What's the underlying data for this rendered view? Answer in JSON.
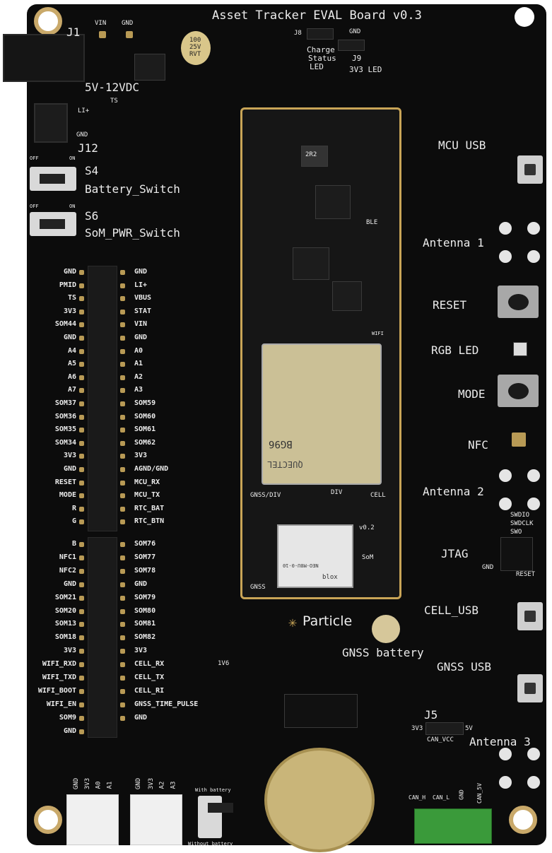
{
  "board": {
    "title": "Asset Tracker EVAL Board v0.3",
    "top_labels": {
      "vin": "VIN",
      "gnd": "GND",
      "j1": "J1",
      "power": "5V-12VDC",
      "j8": "J8",
      "gnd2": "GND",
      "charge": "Charge",
      "status": "Status",
      "led": "LED",
      "j9": "J9",
      "led3v3": "3V3 LED",
      "cap": "100\n25V\nRVT"
    },
    "left_labels": {
      "j12": "J12",
      "li": "LI+",
      "ts": "TS",
      "gnd": "GND",
      "s4": "S4",
      "battery_switch": "Battery_Switch",
      "s6": "S6",
      "som_pwr_switch": "SoM_PWR_Switch",
      "off": "OFF",
      "on": "ON"
    },
    "right_labels": {
      "mcu_usb": "MCU USB",
      "antenna1": "Antenna 1",
      "reset": "RESET",
      "rgb_led": "RGB LED",
      "mode": "MODE",
      "nfc": "NFC",
      "antenna2": "Antenna 2",
      "swdio": "SWDIO",
      "swdclk": "SWDCLK",
      "swo": "SWO",
      "jtag": "JTAG",
      "gnd": "GND",
      "reset_small": "RESET",
      "cell_usb": "CELL_USB",
      "gnss_battery": "GNSS battery",
      "gnss_usb": "GNSS USB",
      "j5": "J5",
      "v33": "3V3",
      "v5": "5V",
      "can_vcc": "CAN_VCC",
      "antenna3": "Antenna 3",
      "can_h": "CAN_H",
      "can_l": "CAN_L",
      "can_gnd": "GND",
      "can_5v": "CAN_5V"
    },
    "module_labels": {
      "ind": "2R2",
      "ble": "BLE",
      "wifi": "WIFI",
      "gnss_div": "GNSS/DIV",
      "div": "DIV",
      "cell": "CELL",
      "gnss": "GNSS",
      "bg96": "BG96",
      "quectel": "QUECTEL",
      "v02": "v0.2",
      "som": "SoM",
      "particle": "Particle",
      "v16": "1V6",
      "neo": "NEO-M8U-0-10",
      "ublox": "blox"
    },
    "bottom_labels": {
      "gnd_a": "GND",
      "v33_a": "3V3",
      "a0": "A0",
      "a1": "A1",
      "gnd_b": "GND",
      "v33_b": "3V3",
      "a2": "A2",
      "a3": "A3",
      "with_battery": "With battery",
      "without_battery": "Without battery"
    },
    "header_upper_left": [
      "GND",
      "PMID",
      "TS",
      "3V3",
      "SOM44",
      "GND",
      "A4",
      "A5",
      "A6",
      "A7",
      "SOM37",
      "SOM36",
      "SOM35",
      "SOM34",
      "3V3",
      "GND",
      "RESET",
      "MODE",
      "R",
      "G"
    ],
    "header_upper_right": [
      "GND",
      "LI+",
      "VBUS",
      "STAT",
      "VIN",
      "GND",
      "A0",
      "A1",
      "A2",
      "A3",
      "SOM59",
      "SOM60",
      "SOM61",
      "SOM62",
      "3V3",
      "AGND/GND",
      "MCU_RX",
      "MCU_TX",
      "RTC_BAT",
      "RTC_BTN"
    ],
    "header_lower_left": [
      "B",
      "NFC1",
      "NFC2",
      "GND",
      "SOM21",
      "SOM20",
      "SOM13",
      "SOM18",
      "3V3",
      "WIFI_RXD",
      "WIFI_TXD",
      "WIFI_BOOT",
      "WIFI_EN",
      "SOM9",
      "GND"
    ],
    "header_lower_right": [
      "SOM76",
      "SOM77",
      "SOM78",
      "GND",
      "SOM79",
      "SOM80",
      "SOM81",
      "SOM82",
      "3V3",
      "CELL_RX",
      "CELL_TX",
      "CELL_RI",
      "GNSS_TIME_PULSE",
      "GND"
    ]
  }
}
